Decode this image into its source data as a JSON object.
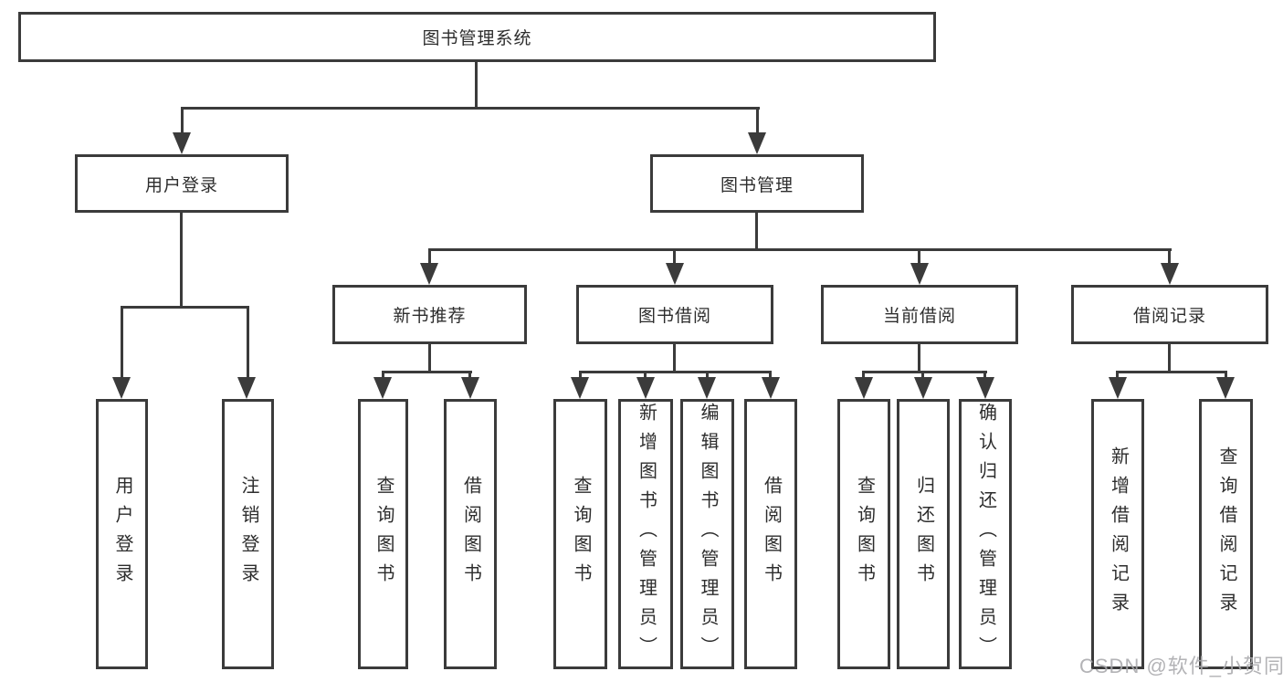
{
  "colors": {
    "line": "#3b3b3b",
    "ink": "#2d2d2d",
    "background": "#ffffff",
    "watermark": "#a9a9ac"
  },
  "tree": {
    "root": {
      "label": "图书管理系统"
    },
    "branches": [
      {
        "label": "用户登录",
        "children": [
          {
            "label": "用户登录"
          },
          {
            "label": "注销登录"
          }
        ]
      },
      {
        "label": "图书管理",
        "children": [
          {
            "label": "新书推荐",
            "children": [
              {
                "label": "查询图书"
              },
              {
                "label": "借阅图书"
              }
            ]
          },
          {
            "label": "图书借阅",
            "children": [
              {
                "label": "查询图书"
              },
              {
                "label": "新增图书（管理员）"
              },
              {
                "label": "编辑图书（管理员）"
              },
              {
                "label": "借阅图书"
              }
            ]
          },
          {
            "label": "当前借阅",
            "children": [
              {
                "label": "查询图书"
              },
              {
                "label": "归还图书"
              },
              {
                "label": "确认归还（管理员）"
              }
            ]
          },
          {
            "label": "借阅记录",
            "children": [
              {
                "label": "新增借阅记录"
              },
              {
                "label": "查询借阅记录"
              }
            ]
          }
        ]
      }
    ]
  },
  "watermark": {
    "text": "CSDN @软件_小贺同学"
  }
}
